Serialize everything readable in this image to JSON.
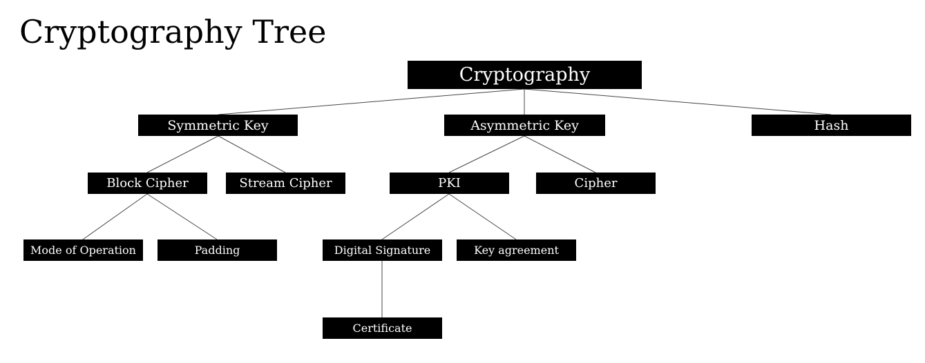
{
  "title": "Cryptography Tree",
  "colors": {
    "node_fill": "#000000",
    "node_text": "#ffffff",
    "edge": "#444444",
    "background": "#ffffff"
  },
  "tree": {
    "root": "Cryptography",
    "children": [
      {
        "label": "Symmetric Key",
        "children": [
          {
            "label": "Block Cipher",
            "children": [
              {
                "label": "Mode of Operation"
              },
              {
                "label": "Padding"
              }
            ]
          },
          {
            "label": "Stream Cipher"
          }
        ]
      },
      {
        "label": "Asymmetric Key",
        "children": [
          {
            "label": "PKI",
            "children": [
              {
                "label": "Digital Signature",
                "children": [
                  {
                    "label": "Certificate"
                  }
                ]
              },
              {
                "label": "Key agreement"
              }
            ]
          },
          {
            "label": "Cipher"
          }
        ]
      },
      {
        "label": "Hash"
      }
    ]
  }
}
